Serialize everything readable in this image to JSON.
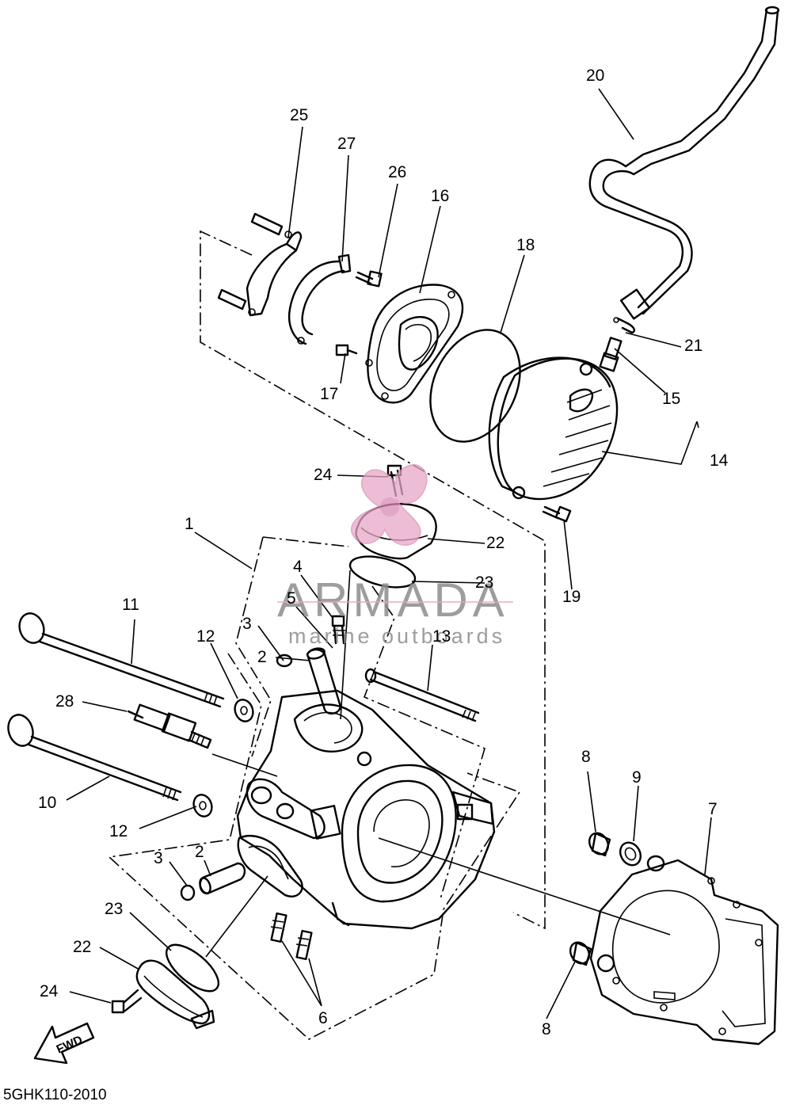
{
  "diagram_code": "5GHK110-2010",
  "watermark": {
    "brand": "ARMADA",
    "tagline": "marine outboards",
    "brand_color": "#999999",
    "logo_color": "#e6a8c8"
  },
  "fwd_arrow_label": "FWD",
  "callouts": [
    {
      "id": "c1",
      "label": "1"
    },
    {
      "id": "c2a",
      "label": "2"
    },
    {
      "id": "c2b",
      "label": "2"
    },
    {
      "id": "c3a",
      "label": "3"
    },
    {
      "id": "c3b",
      "label": "3"
    },
    {
      "id": "c4",
      "label": "4"
    },
    {
      "id": "c5",
      "label": "5"
    },
    {
      "id": "c6",
      "label": "6"
    },
    {
      "id": "c7",
      "label": "7"
    },
    {
      "id": "c8a",
      "label": "8"
    },
    {
      "id": "c8b",
      "label": "8"
    },
    {
      "id": "c9",
      "label": "9"
    },
    {
      "id": "c10",
      "label": "10"
    },
    {
      "id": "c11",
      "label": "11"
    },
    {
      "id": "c12a",
      "label": "12"
    },
    {
      "id": "c12b",
      "label": "12"
    },
    {
      "id": "c13",
      "label": "13"
    },
    {
      "id": "c14",
      "label": "14"
    },
    {
      "id": "c15",
      "label": "15"
    },
    {
      "id": "c16",
      "label": "16"
    },
    {
      "id": "c17",
      "label": "17"
    },
    {
      "id": "c18",
      "label": "18"
    },
    {
      "id": "c19",
      "label": "19"
    },
    {
      "id": "c20",
      "label": "20"
    },
    {
      "id": "c21",
      "label": "21"
    },
    {
      "id": "c22a",
      "label": "22"
    },
    {
      "id": "c22b",
      "label": "22"
    },
    {
      "id": "c23a",
      "label": "23"
    },
    {
      "id": "c23b",
      "label": "23"
    },
    {
      "id": "c24a",
      "label": "24"
    },
    {
      "id": "c24b",
      "label": "24"
    },
    {
      "id": "c25",
      "label": "25"
    },
    {
      "id": "c26",
      "label": "26"
    },
    {
      "id": "c27",
      "label": "27"
    },
    {
      "id": "c28",
      "label": "28"
    }
  ]
}
